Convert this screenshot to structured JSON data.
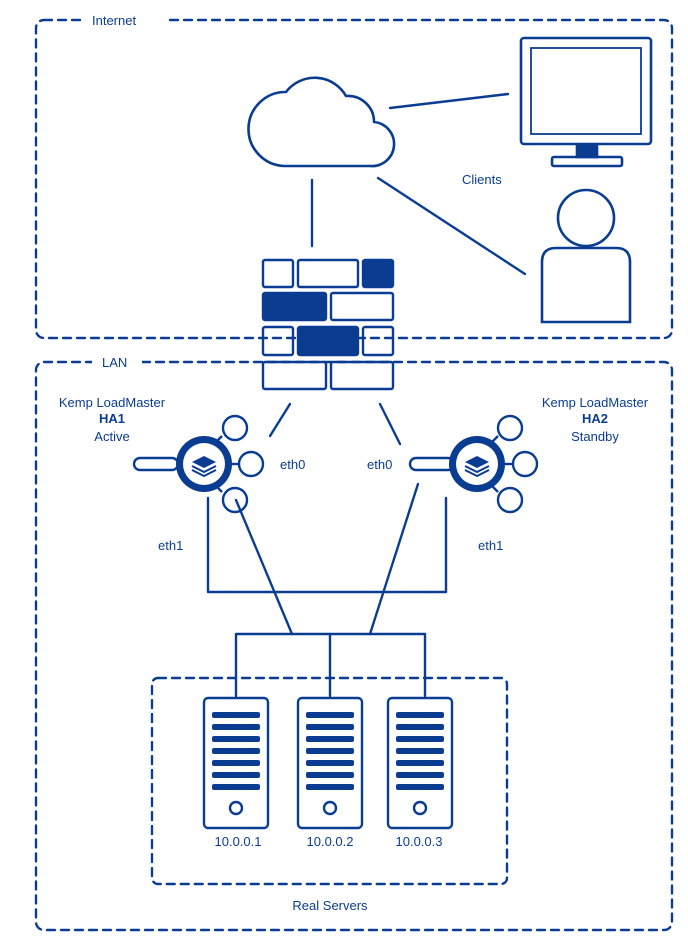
{
  "zones": {
    "internet": "Internet",
    "lan": "LAN",
    "real_servers": "Real Servers"
  },
  "clients": {
    "label": "Clients"
  },
  "ha1": {
    "title": "Kemp LoadMaster",
    "name": "HA1",
    "status": "Active",
    "eth0": "eth0",
    "eth1": "eth1"
  },
  "ha2": {
    "title": "Kemp LoadMaster",
    "name": "HA2",
    "status": "Standby",
    "eth0": "eth0",
    "eth1": "eth1"
  },
  "servers": [
    {
      "ip": "10.0.0.1"
    },
    {
      "ip": "10.0.0.2"
    },
    {
      "ip": "10.0.0.3"
    }
  ],
  "colors": {
    "primary": "#0a3d91",
    "background": "#ffffff"
  }
}
